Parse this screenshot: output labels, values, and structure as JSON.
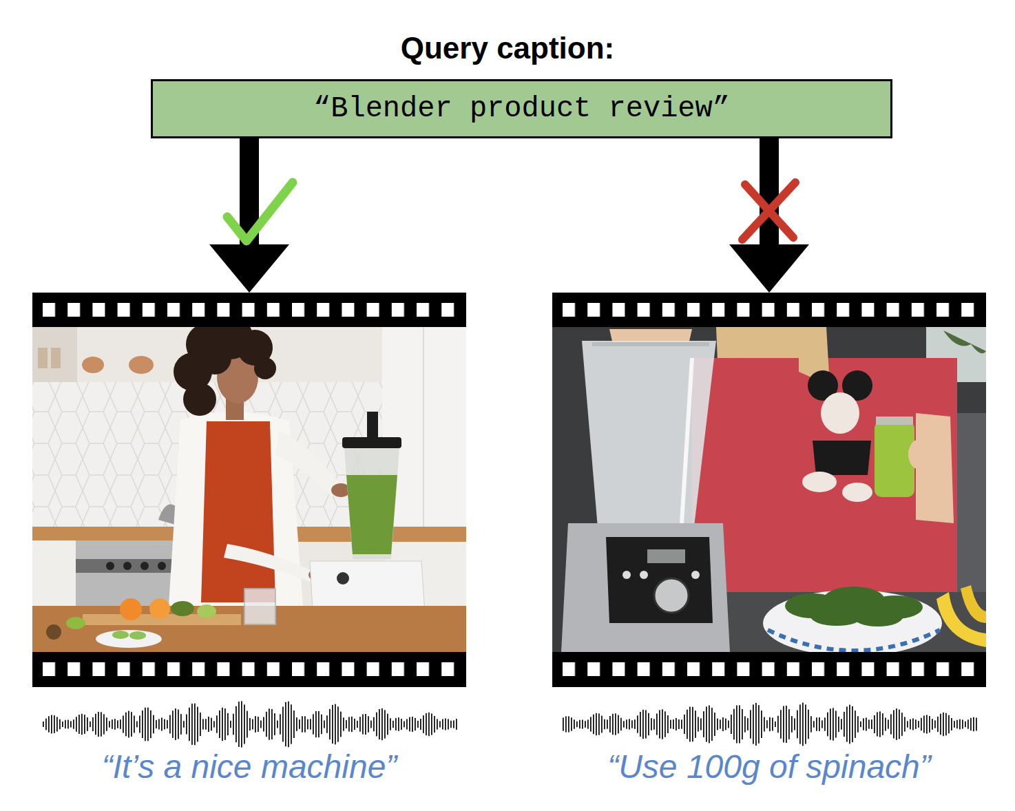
{
  "diagram": {
    "title": "Query caption:",
    "nodes": [
      {
        "text": [
          "“Blender product review”"
        ]
      },
      {
        "text": [
          "“It’s a nice machine”"
        ]
      },
      {
        "text": [
          "“Use 100g of spinach”"
        ]
      }
    ],
    "edges": [
      {
        "from": 0,
        "to": 1,
        "arrow": "to"
      },
      {
        "from": 0,
        "to": 2,
        "arrow": "to"
      }
    ]
  }
}
